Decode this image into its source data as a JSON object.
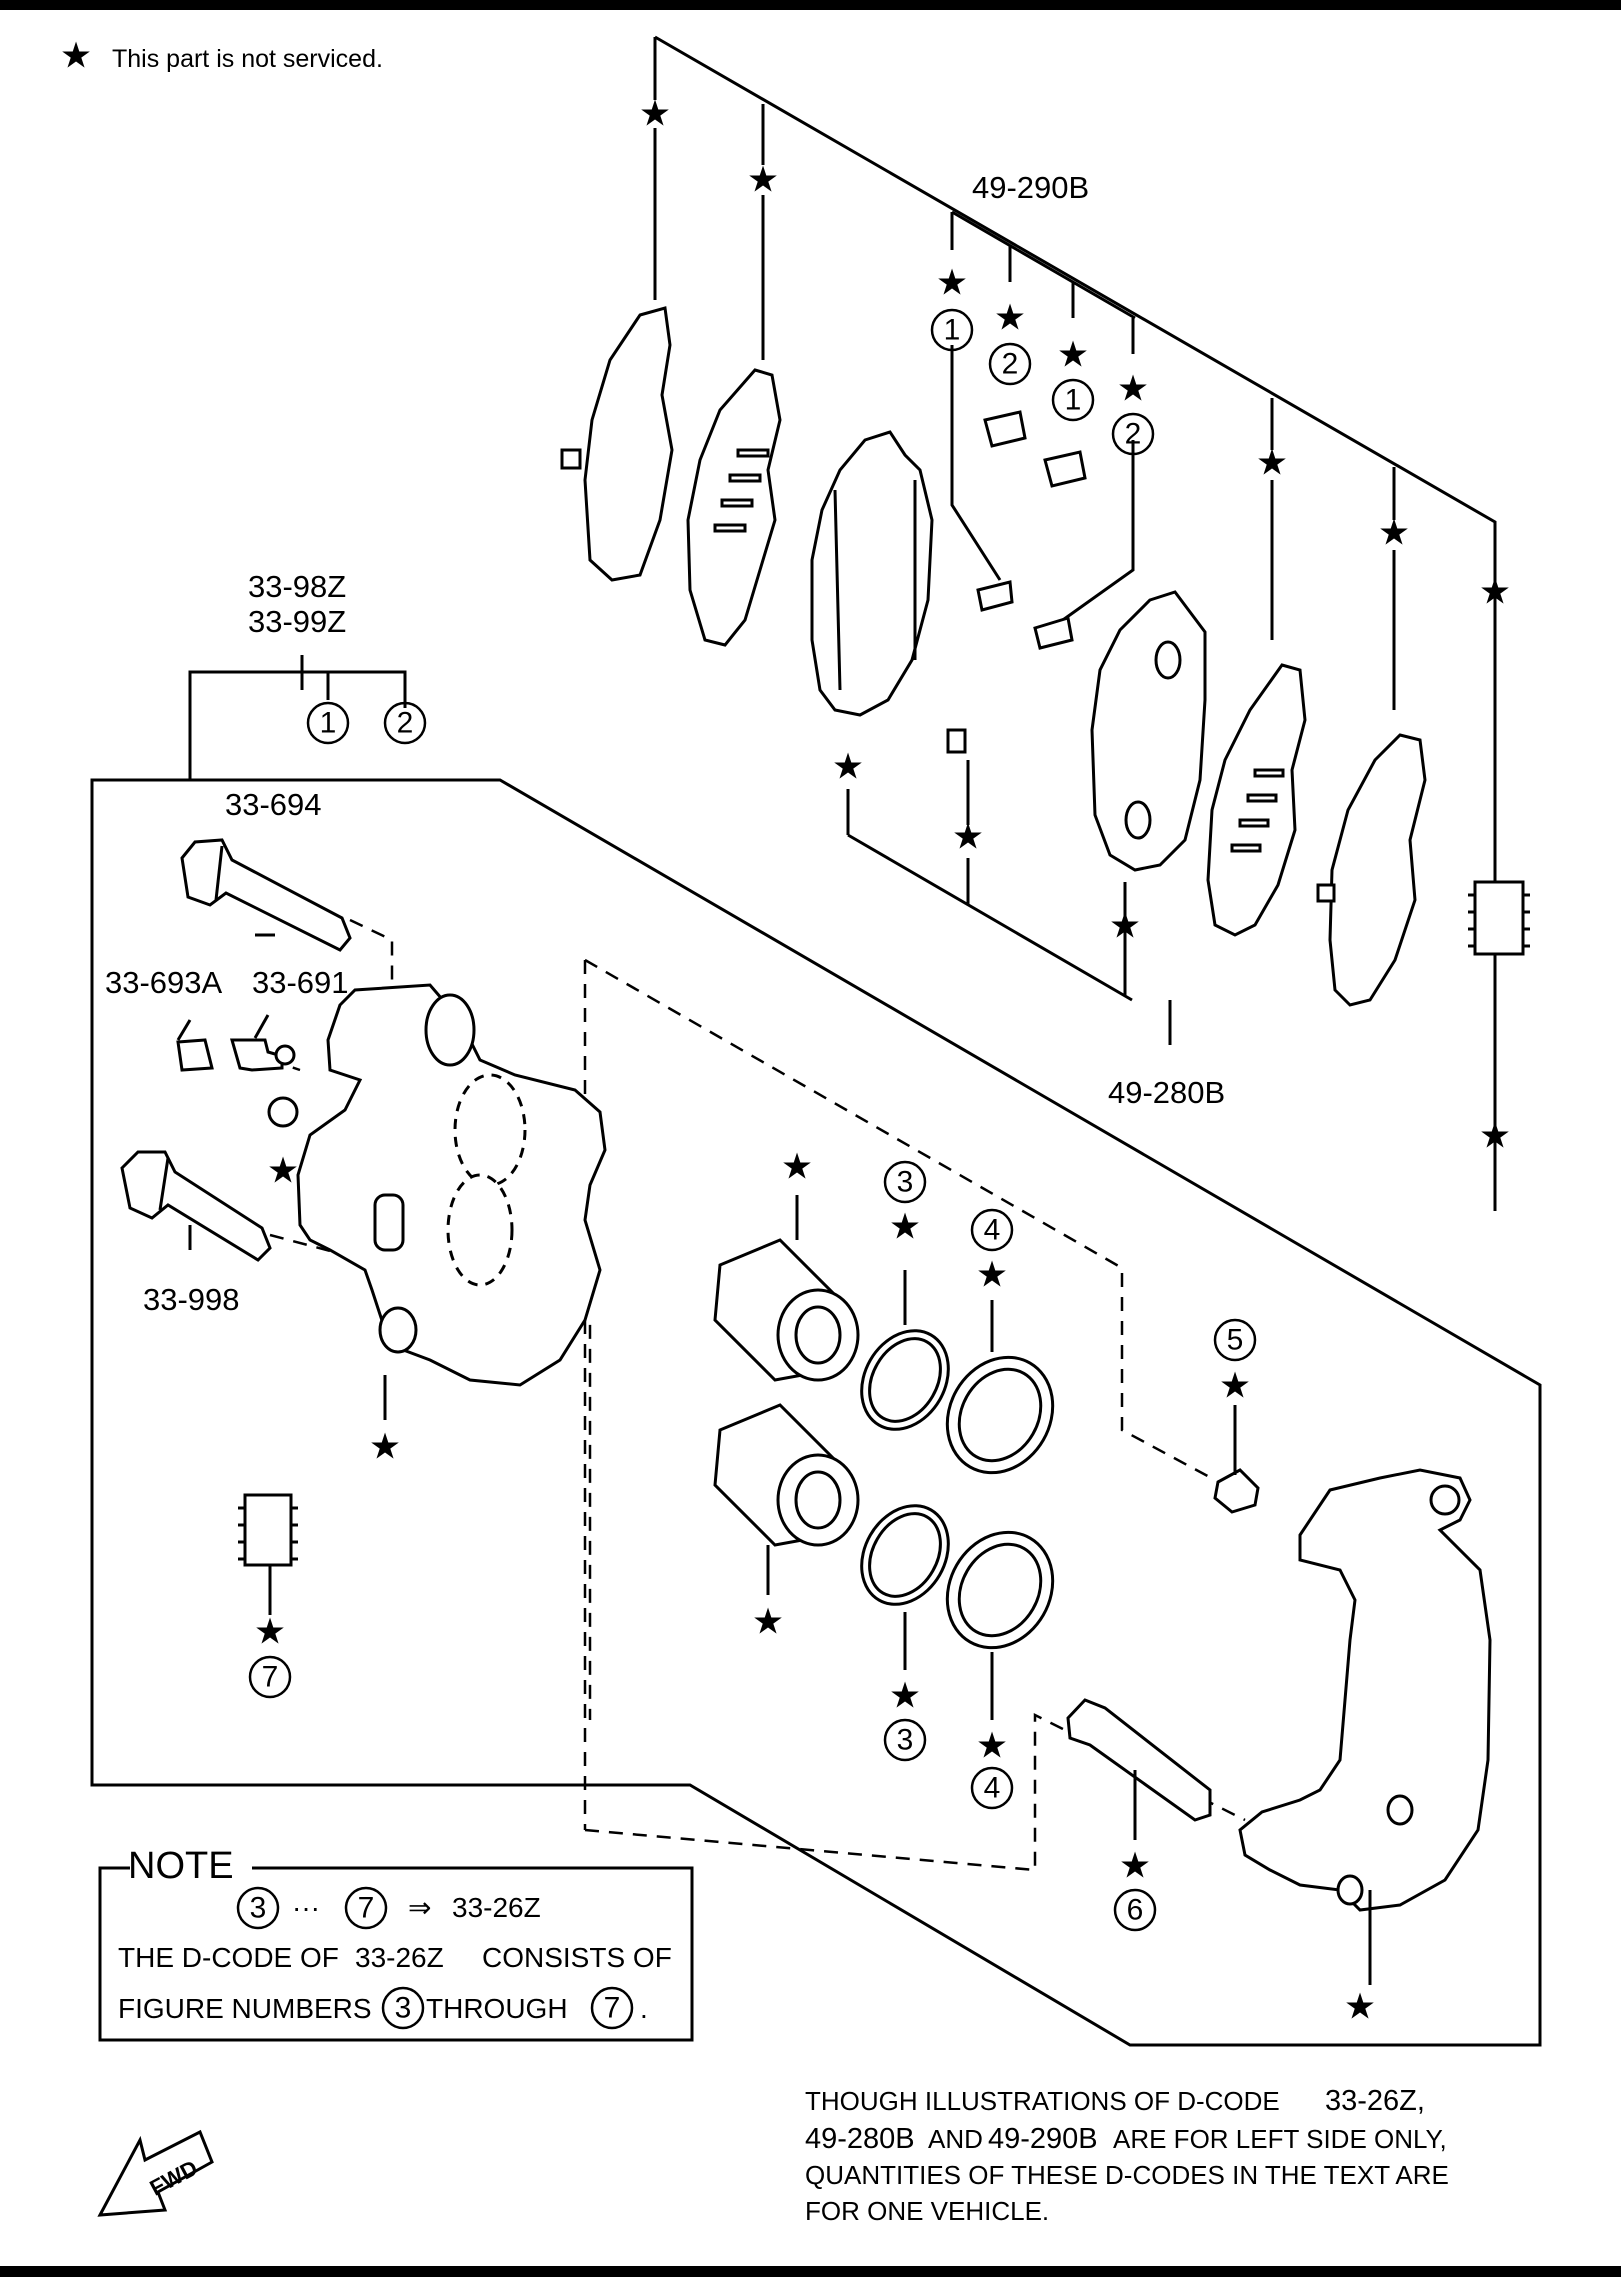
{
  "legend": {
    "symbol": "★",
    "text": "This part is not serviced."
  },
  "codes": {
    "pad_kit_upper": "49-290B",
    "pad_kit_lower": "49-280B",
    "caliper_a": "33-98Z",
    "caliper_b": "33-99Z",
    "guide_pin_upper": "33-694",
    "bleeder_cap": "33-693A",
    "bleeder_screw": "33-691",
    "guide_pin_lower": "33-998"
  },
  "callouts": {
    "n1": "1",
    "n2": "2",
    "n3": "3",
    "n4": "4",
    "n5": "5",
    "n6": "6",
    "n7": "7"
  },
  "note": {
    "title": "NOTE",
    "range_dots": "···",
    "arrow": "⇒",
    "range_code": "33-26Z",
    "line2_a": "THE D-CODE OF",
    "line2_code": "33-26Z",
    "line2_b": "CONSISTS OF",
    "line3_a": "FIGURE NUMBERS",
    "line3_b": "THROUGH",
    "line3_end": "."
  },
  "footnote": {
    "line1_a": "THOUGH ILLUSTRATIONS OF D-CODE",
    "line1_code": "33-26Z,",
    "line2_code1": "49-280B",
    "line2_and": "AND",
    "line2_code2": "49-290B",
    "line2_b": "ARE FOR LEFT SIDE ONLY,",
    "line3": "QUANTITIES OF THESE D-CODES IN THE TEXT ARE",
    "line4": "FOR ONE VEHICLE."
  },
  "fwd": {
    "text": "FWD"
  }
}
